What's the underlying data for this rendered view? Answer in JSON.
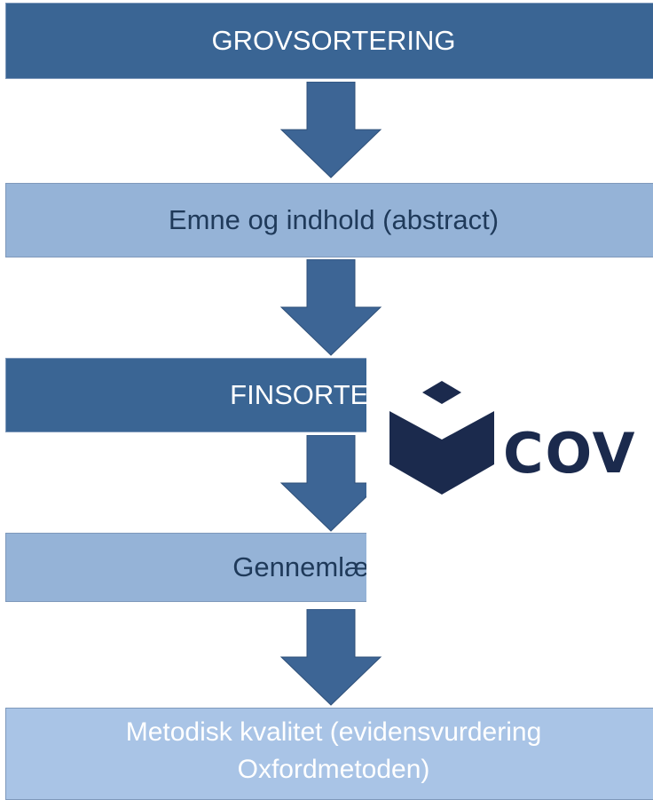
{
  "steps": [
    {
      "label": "GROVSORTERING"
    },
    {
      "label": "Emne og indhold (abstract)"
    },
    {
      "label": "FINSORTERING"
    },
    {
      "label": "Gennemlæsning"
    },
    {
      "label": "Metodisk kvalitet (evidensvurdering",
      "label2": "Oxfordmetoden)"
    }
  ],
  "overlay": {
    "brand_text": "COV"
  },
  "colors": {
    "dark_box": "#3a6594",
    "mid_box": "#95b3d7",
    "light_box": "#a9c4e6",
    "arrow": "#3d6595",
    "logo": "#1b2a4d"
  }
}
